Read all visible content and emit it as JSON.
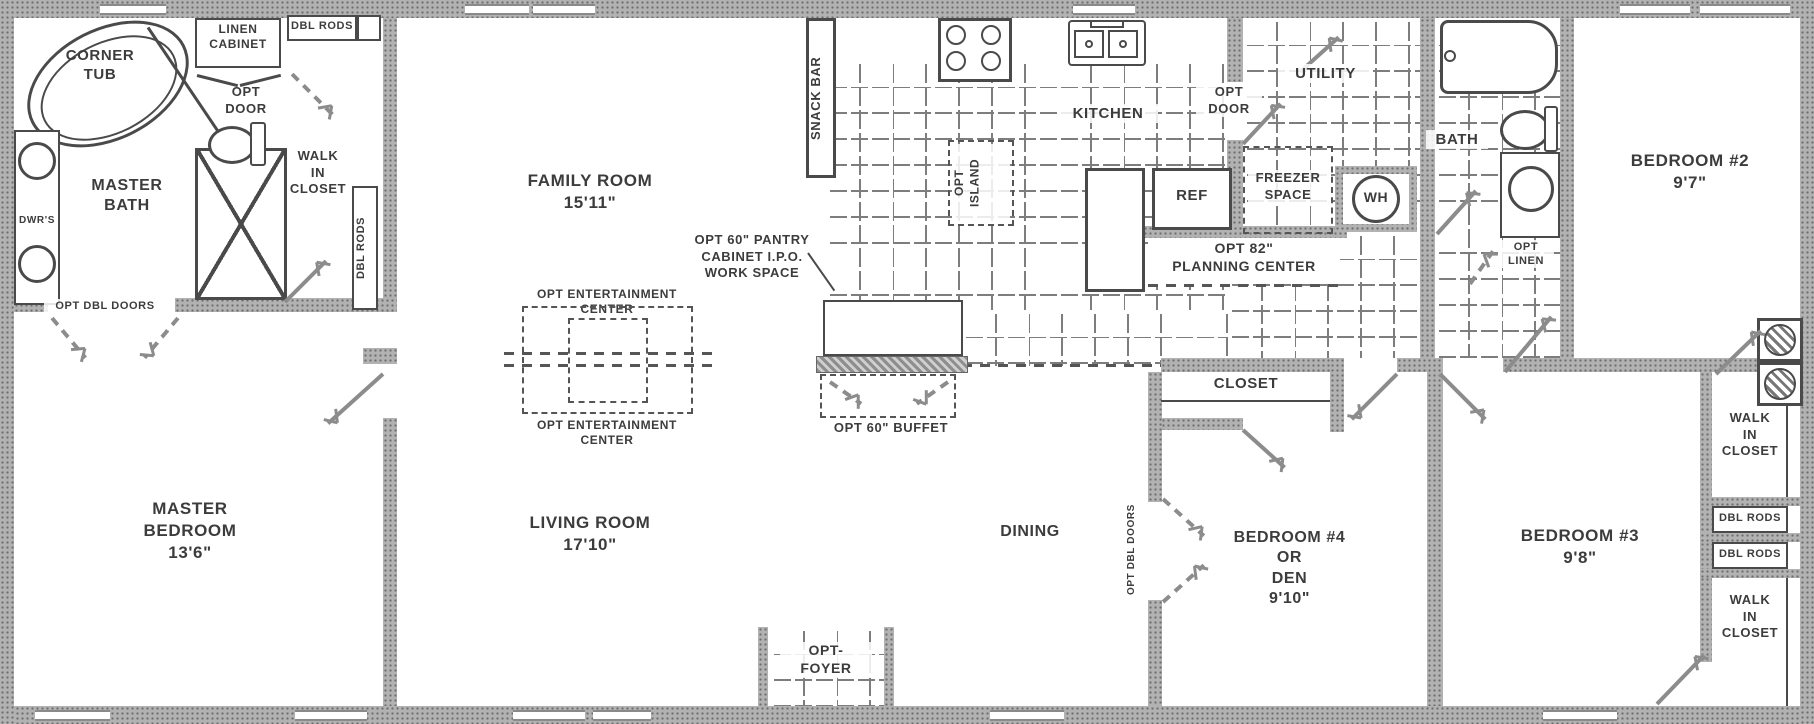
{
  "colors": {
    "wall": "#b2b2b2",
    "line": "#4a4a4a",
    "text": "#3c3c3c"
  },
  "rooms": {
    "master_bath": "MASTER\nBATH",
    "master_bedroom": "MASTER\nBEDROOM\n13'6\"",
    "family_room": "FAMILY  ROOM\n15'11\"",
    "living_room": "LIVING  ROOM\n17'10\"",
    "dining": "DINING",
    "kitchen": "KITCHEN",
    "utility": "UTILITY",
    "bath": "BATH",
    "bedroom2": "BEDROOM  #2\n9'7\"",
    "bedroom3": "BEDROOM  #3\n9'8\"",
    "bedroom4": "BEDROOM  #4\nOR\nDEN\n9'10\"",
    "foyer": "OPT-\nFOYER"
  },
  "features": {
    "corner_tub": "CORNER\nTUB",
    "linen_cabinet": "LINEN\nCABINET",
    "dbl_rods": "DBL RODS",
    "opt_door": "OPT\nDOOR",
    "walk_in_closet": "WALK\nIN\nCLOSET",
    "dwrs": "DWR'S",
    "opt_dbl_doors": "OPT DBL DOORS",
    "snack_bar": "SNACK BAR",
    "opt_island": "OPT\nISLAND",
    "ref": "REF",
    "freezer_space": "FREEZER\nSPACE",
    "wh": "WH",
    "opt_linen": "OPT\nLINEN",
    "planning_center": "OPT 82\"\nPLANNING CENTER",
    "pantry_note": "OPT 60\" PANTRY\nCABINET I.P.O.\nWORK SPACE",
    "entertainment_center": "OPT ENTERTAINMENT CENTER",
    "buffet": "OPT 60\" BUFFET",
    "closet": "CLOSET"
  }
}
